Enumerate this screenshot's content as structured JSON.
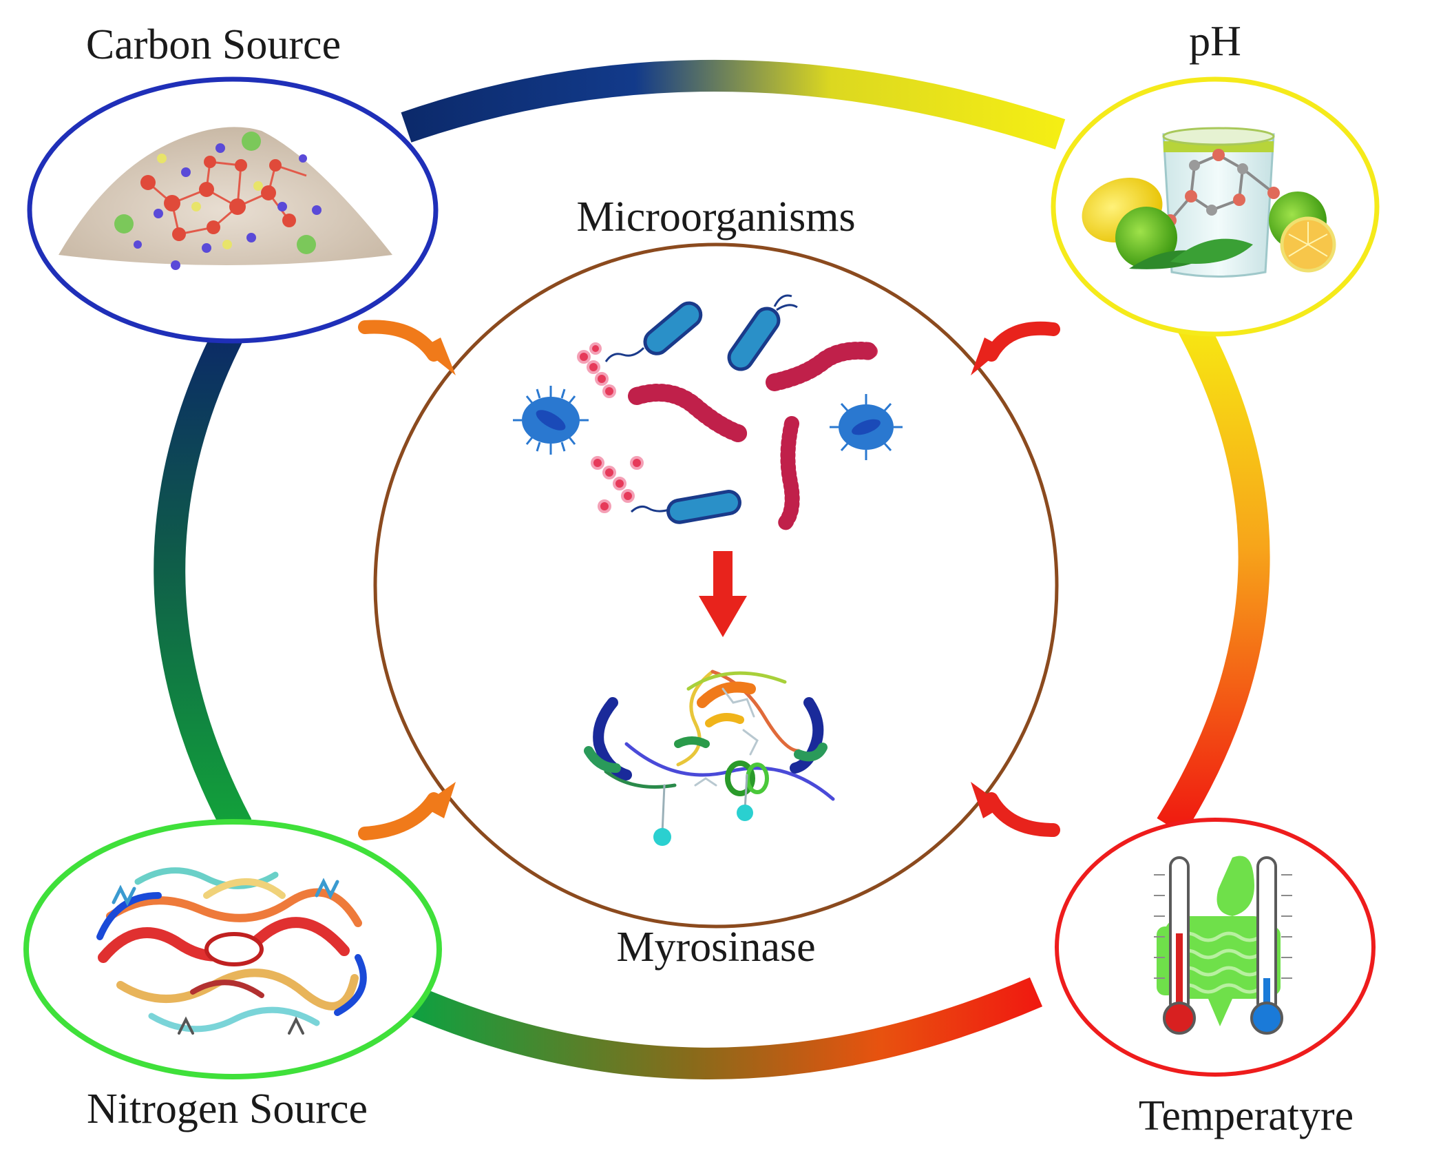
{
  "labels": {
    "carbon": "Carbon Source",
    "ph": "pH",
    "nitrogen": "Nitrogen Source",
    "temperature": "Temperatyre",
    "microorganisms": "Microorganisms",
    "enzyme": "Myrosinase"
  },
  "colors": {
    "carbon_ring": "#1f2fb8",
    "ph_ring": "#f5ea1a",
    "nitrogen_ring": "#3fe03a",
    "temperature_ring": "#ee1c1c",
    "center_ring": "#8b4a1e",
    "arrow_orange": "#f07a1a",
    "arrow_red": "#e8231c",
    "cycle_navy": "#0c2a6b",
    "cycle_green": "#10a040",
    "cycle_yellow": "#f2ea10",
    "cycle_red": "#f01a10"
  },
  "icons": {
    "carbon": "flour-pile-molecule-icon",
    "ph": "lemon-water-glass-icon",
    "nitrogen": "protein-ribbon-icon",
    "temperature": "thermometer-gut-icon",
    "microbes": "bacteria-cluster-icon",
    "enzyme": "enzyme-ribbon-structure-icon"
  }
}
